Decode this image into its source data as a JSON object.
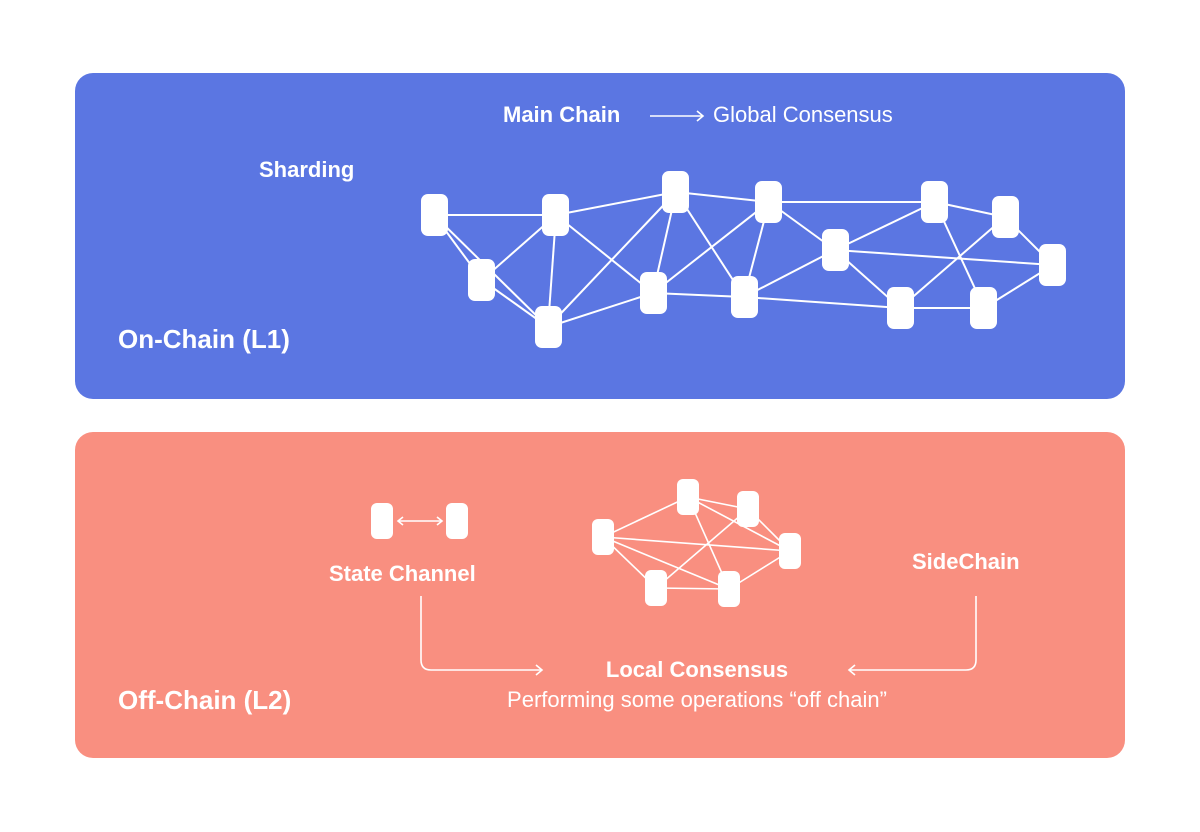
{
  "colors": {
    "on_chain_bg": "#5B76E2",
    "off_chain_bg": "#F98F80",
    "foreground": "#FFFFFF",
    "page_bg": "#FFFFFF"
  },
  "on_chain": {
    "title": "On-Chain (L1)",
    "main_chain_label": "Main Chain",
    "global_consensus_label": "Global Consensus",
    "sharding_label": "Sharding"
  },
  "off_chain": {
    "title": "Off-Chain (L2)",
    "state_channel_label": "State Channel",
    "sidechain_label": "SideChain",
    "local_consensus_label": "Local Consensus",
    "description": "Performing some operations “off chain”"
  }
}
